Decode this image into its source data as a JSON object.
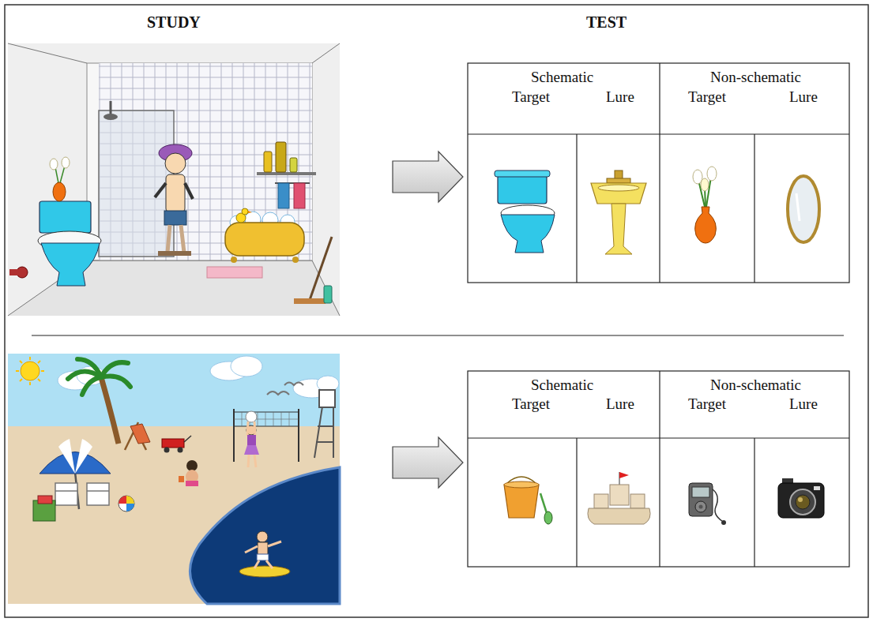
{
  "diagram": {
    "labels": [
      "STUDY",
      "TEST",
      "Schematic",
      "Target",
      "Lure",
      "Non-schematic",
      "Target",
      "Lure",
      "Schematic",
      "Target",
      "Lure",
      "Non-schematic",
      "Target",
      "Lure"
    ]
  }
}
